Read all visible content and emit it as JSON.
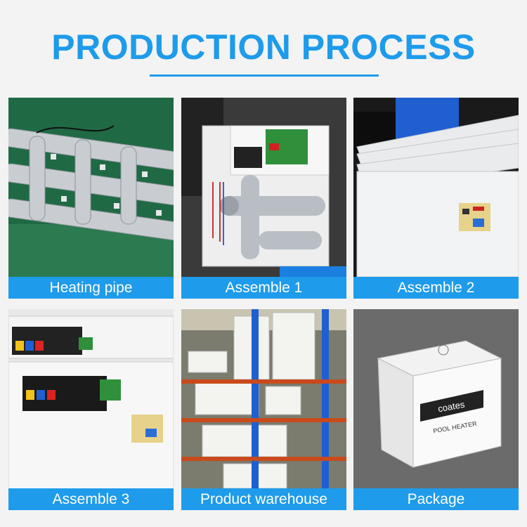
{
  "header": {
    "title": "PRODUCTION PROCESS",
    "accent_color": "#1e9bea"
  },
  "steps": [
    {
      "label": "Heating pipe"
    },
    {
      "label": "Assemble 1"
    },
    {
      "label": "Assemble 2"
    },
    {
      "label": "Assemble 3"
    },
    {
      "label": "Product warehouse"
    },
    {
      "label": "Package"
    }
  ]
}
